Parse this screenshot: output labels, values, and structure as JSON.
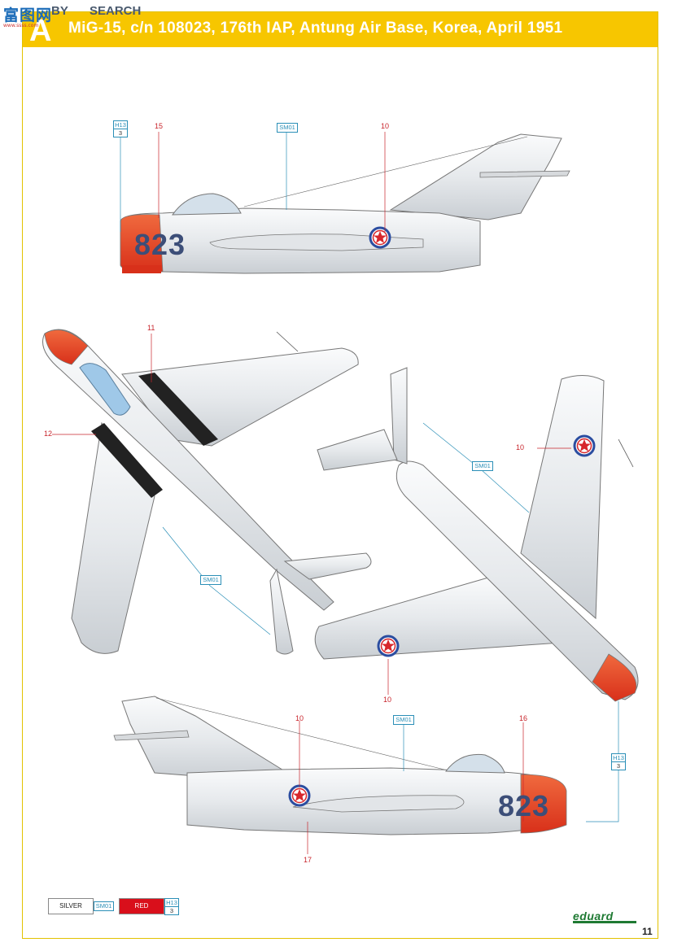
{
  "header": {
    "section_letter": "A",
    "title": "MiG-15, c/n 108023, 176th IAP, Antung Air Base, Korea, April 1951"
  },
  "watermark": {
    "cn_text": "富图网",
    "suffix": "BY",
    "text": "SEARCH",
    "url": "www.ssss.com"
  },
  "profiles": {
    "left_side": {
      "serial": "823",
      "callouts": {
        "c15": "15",
        "c10": "10"
      },
      "paint_box": "SM01",
      "h_box": {
        "code": "H13",
        "num": "3"
      }
    },
    "top_view": {
      "callouts": {
        "c11": "11",
        "c12": "12"
      },
      "paint_box": "SM01"
    },
    "bottom_view": {
      "callouts": {
        "c10a": "10",
        "c10b": "10"
      },
      "paint_box": "SM01"
    },
    "right_side": {
      "serial": "823",
      "callouts": {
        "c10": "10",
        "c16": "16",
        "c17": "17"
      },
      "paint_box": "SM01",
      "h_box": {
        "code": "H13",
        "num": "3"
      }
    }
  },
  "legend": {
    "silver_label": "SILVER",
    "silver_code": "SM01",
    "red_label": "RED",
    "red_code": "H13",
    "red_num": "3"
  },
  "footer": {
    "brand": "eduard",
    "page_number": "11"
  },
  "colors": {
    "header_yellow": "#f7c600",
    "nose_red": "#e1411f",
    "silver": "#eceef0",
    "serial_blue": "#3c4e78",
    "callout_red": "#c8242b",
    "paint_code_blue": "#2b8fb7"
  }
}
